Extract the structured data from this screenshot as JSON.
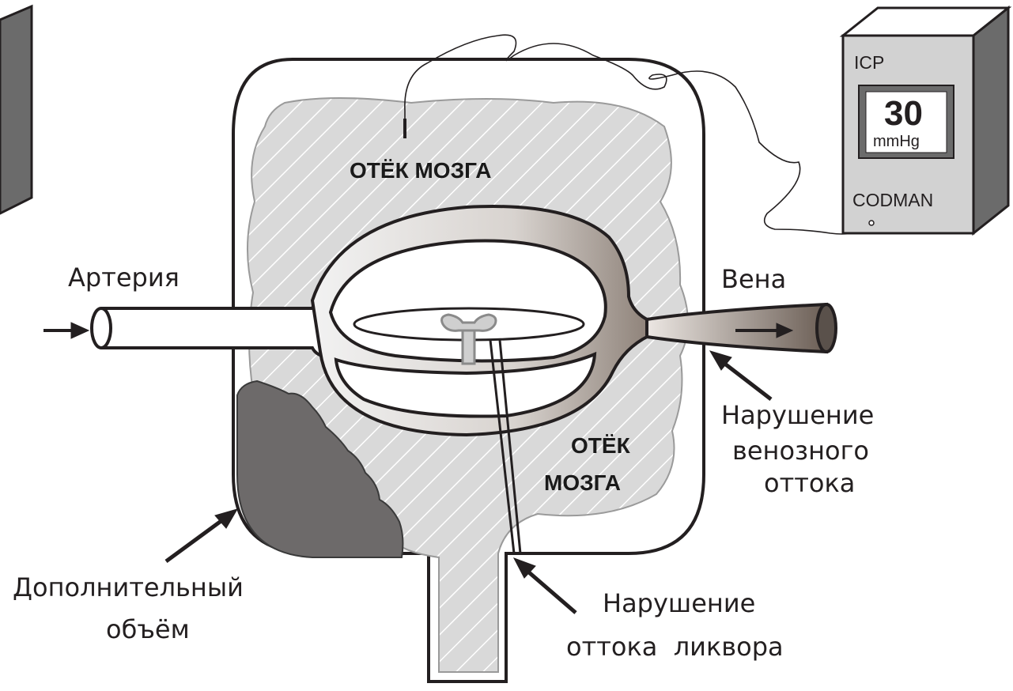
{
  "labels": {
    "edema_top": "ОТЁК МОЗГА",
    "edema_right_1": "ОТЁК",
    "edema_right_2": "МОЗГА",
    "artery": "Артерия",
    "vein": "Вена",
    "venous_1": "Нарушение",
    "venous_2": "венозного",
    "venous_3": "оттока",
    "volume_1": "Дополнительный",
    "volume_2": "объём",
    "csf_1": "Нарушение",
    "csf_2": "оттока  ликвора"
  },
  "monitor": {
    "header": "ICP",
    "value": "30",
    "unit": "mmHg",
    "brand": "CODMAN"
  },
  "colors": {
    "outline": "#231f20",
    "tissue": "#d9d9d9",
    "hatch": "#ffffff",
    "mass": "#6d6a6a",
    "vessel": "#ffffff",
    "box_side": "#6b6b6b",
    "box_front": "#d2d2d2"
  }
}
